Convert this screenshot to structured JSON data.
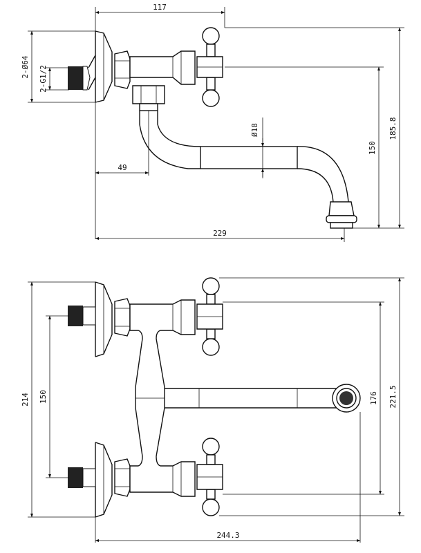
{
  "top_view": {
    "width_117": "117",
    "outlet_dia": "2-Ø64",
    "thread_size": "2-G1/2",
    "pipe_dia": "Ø18",
    "offset_49": "49",
    "height_150": "150",
    "height_185_8": "185.8",
    "length_229": "229"
  },
  "bottom_view": {
    "height_214": "214",
    "spacing_150": "150",
    "height_176": "176",
    "height_221_5": "221.5",
    "length_244_3": "244.3"
  }
}
